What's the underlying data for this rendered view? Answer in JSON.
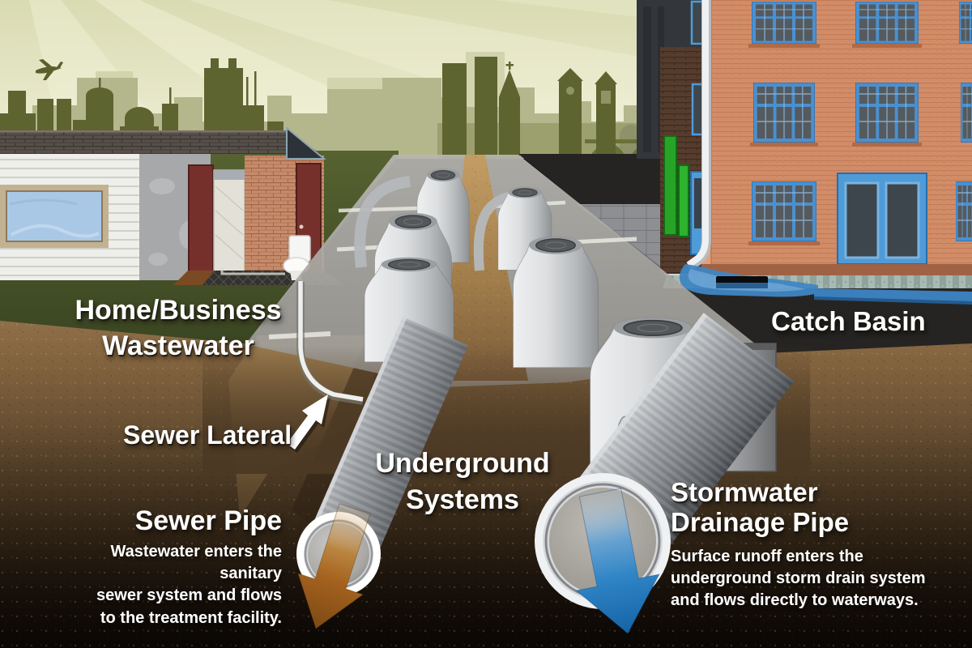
{
  "title": "Underground Systems",
  "labels": {
    "home_wastewater": {
      "lines": [
        "Home/Business",
        "Wastewater"
      ]
    },
    "sewer_lateral": {
      "text": "Sewer Lateral"
    },
    "sewer_pipe": {
      "heading": "Sewer Pipe",
      "desc_lines": [
        "Wastewater enters the sanitary",
        "sewer system and flows",
        "to the treatment facility."
      ]
    },
    "underground_systems": {
      "lines": [
        "Underground",
        "Systems"
      ]
    },
    "stormwater": {
      "heading_lines": [
        "Stormwater",
        "Drainage Pipe"
      ],
      "desc_lines": [
        "Surface runoff enters the",
        "underground storm drain system",
        "and flows directly to waterways."
      ]
    },
    "catch_basin": {
      "text": "Catch Basin"
    }
  },
  "icons": {
    "airplane": "airplane-icon",
    "sewer_flow_arrow": "brown down arrow out of sewer pipe",
    "stormwater_flow_arrow": "blue down arrow out of storm drain pipe",
    "lateral_pointer": "white arrow pointing to sewer lateral"
  },
  "colors": {
    "label_text": "#ffffff",
    "sewer_flow_arrow": "#a4611e",
    "stormwater_flow_arrow": "#2f85c6",
    "lateral_pointer_arrow": "#ffffff",
    "sky": "#e7e8c9",
    "skyline_silhouette": "#5e6430",
    "grass": "#47532a",
    "earth_top": "#8f6f48",
    "earth_bottom": "#0a0705",
    "pipe_gray": "#9ea2a6",
    "building_brick": "#d18c68",
    "window_frame_blue": "#4a90cf",
    "water_blue": "#3f86c3"
  }
}
